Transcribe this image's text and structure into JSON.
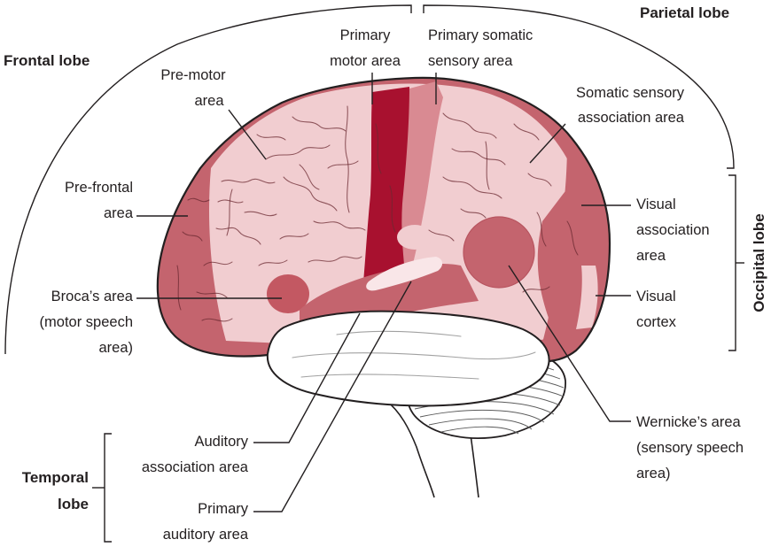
{
  "colors": {
    "outer_cortex": "#c4646e",
    "association_cortex": "#f1cdd0",
    "primary_motor": "#a8112f",
    "primary_sensory": "#d98a92",
    "speech_area": "#c35862",
    "auditory_primary": "#f9e6e8",
    "temporal_lobe": "#ffffff",
    "cerebellum": "#ffffff",
    "line": "#231f20"
  },
  "labels": {
    "frontal_lobe": "Frontal lobe",
    "parietal_lobe": "Parietal lobe",
    "occipital_lobe": "Occipital lobe",
    "temporal_lobe": [
      "Temporal",
      "lobe"
    ],
    "primary_motor_area": [
      "Primary",
      "motor area"
    ],
    "primary_somatic_sensory_area": [
      "Primary somatic",
      "sensory area"
    ],
    "pre_motor_area": [
      "Pre-motor",
      "area"
    ],
    "somatic_sensory_association_area": [
      "Somatic sensory",
      "association area"
    ],
    "pre_frontal_area": [
      "Pre-frontal",
      "area"
    ],
    "visual_association_area": [
      "Visual",
      "association",
      "area"
    ],
    "brocas_area": [
      "Broca’s area",
      "(motor speech",
      "area)"
    ],
    "visual_cortex": [
      "Visual",
      "cortex"
    ],
    "auditory_association_area": [
      "Auditory",
      "association area"
    ],
    "wernickes_area": [
      "Wernicke’s area",
      "(sensory speech",
      "area)"
    ],
    "primary_auditory_area": [
      "Primary",
      "auditory area"
    ]
  }
}
